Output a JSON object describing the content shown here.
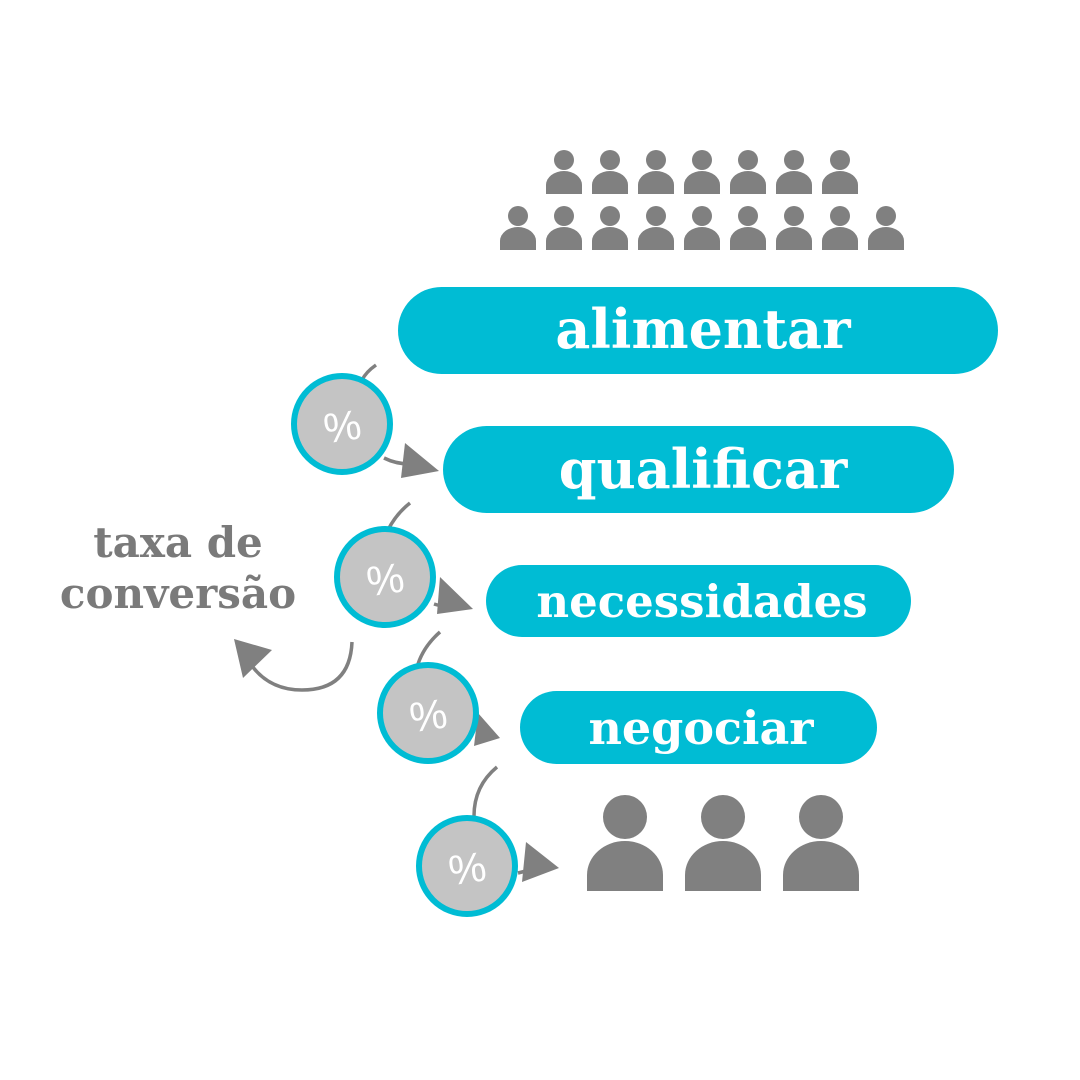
{
  "colors": {
    "accent": "#00bcd4",
    "gray": "#808080",
    "badge_fill": "#c4c4c4",
    "text_on_accent": "#ffffff",
    "caption": "#7a7a7a"
  },
  "funnel": {
    "stages": [
      {
        "label": "alimentar"
      },
      {
        "label": "qualificar"
      },
      {
        "label": "necessidades"
      },
      {
        "label": "negociar"
      }
    ]
  },
  "conversion": {
    "badges": [
      {
        "symbol": "%"
      },
      {
        "symbol": "%"
      },
      {
        "symbol": "%"
      },
      {
        "symbol": "%"
      }
    ],
    "caption": {
      "line1": "taxa de",
      "line2": "conversão"
    }
  },
  "people": {
    "top_icon": "person-icon",
    "bottom_icon": "person-icon"
  }
}
